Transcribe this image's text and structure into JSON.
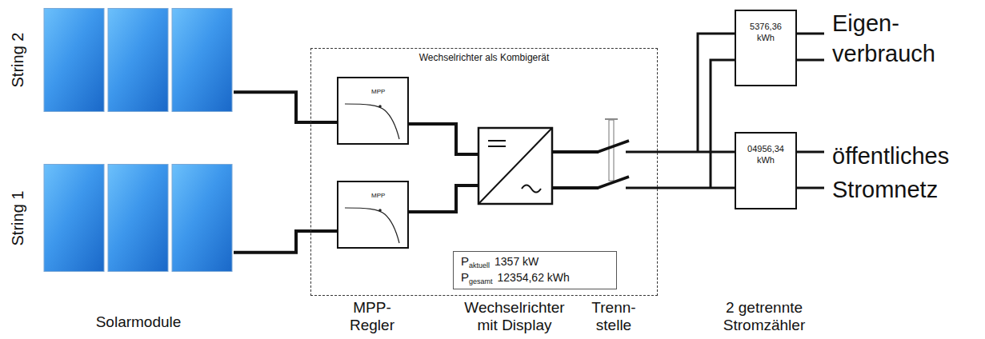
{
  "diagram": {
    "nodes": [
      {
        "text": [
          "String 2"
        ]
      },
      {
        "text": [
          "String 1"
        ]
      },
      {
        "text": [
          "Wechselrichter als Kombigerät"
        ]
      },
      {
        "text": [
          "MPP"
        ],
        "in": 2
      },
      {
        "text": [
          "MPP"
        ],
        "in": 2
      },
      {
        "text": [
          "P",
          "aktuell",
          "1357 kW",
          "P",
          "gesamt",
          "12354,62 kWh"
        ],
        "in": 2
      },
      {
        "text": [
          "5376,36 kWh"
        ]
      },
      {
        "text": [
          "04956,34 kWh"
        ]
      }
    ],
    "edges": [
      {
        "from": 0,
        "to": 3,
        "arrow": "none"
      },
      {
        "from": 1,
        "to": 4,
        "arrow": "none"
      }
    ],
    "labels": [
      "Eigen- verbrauch",
      "öffentliches Stromnetz",
      "Solarmodule",
      "MPP- Regler",
      "Wechselrichter mit Display",
      "Trenn- stelle",
      "2 getrennte Stromzähler"
    ]
  }
}
